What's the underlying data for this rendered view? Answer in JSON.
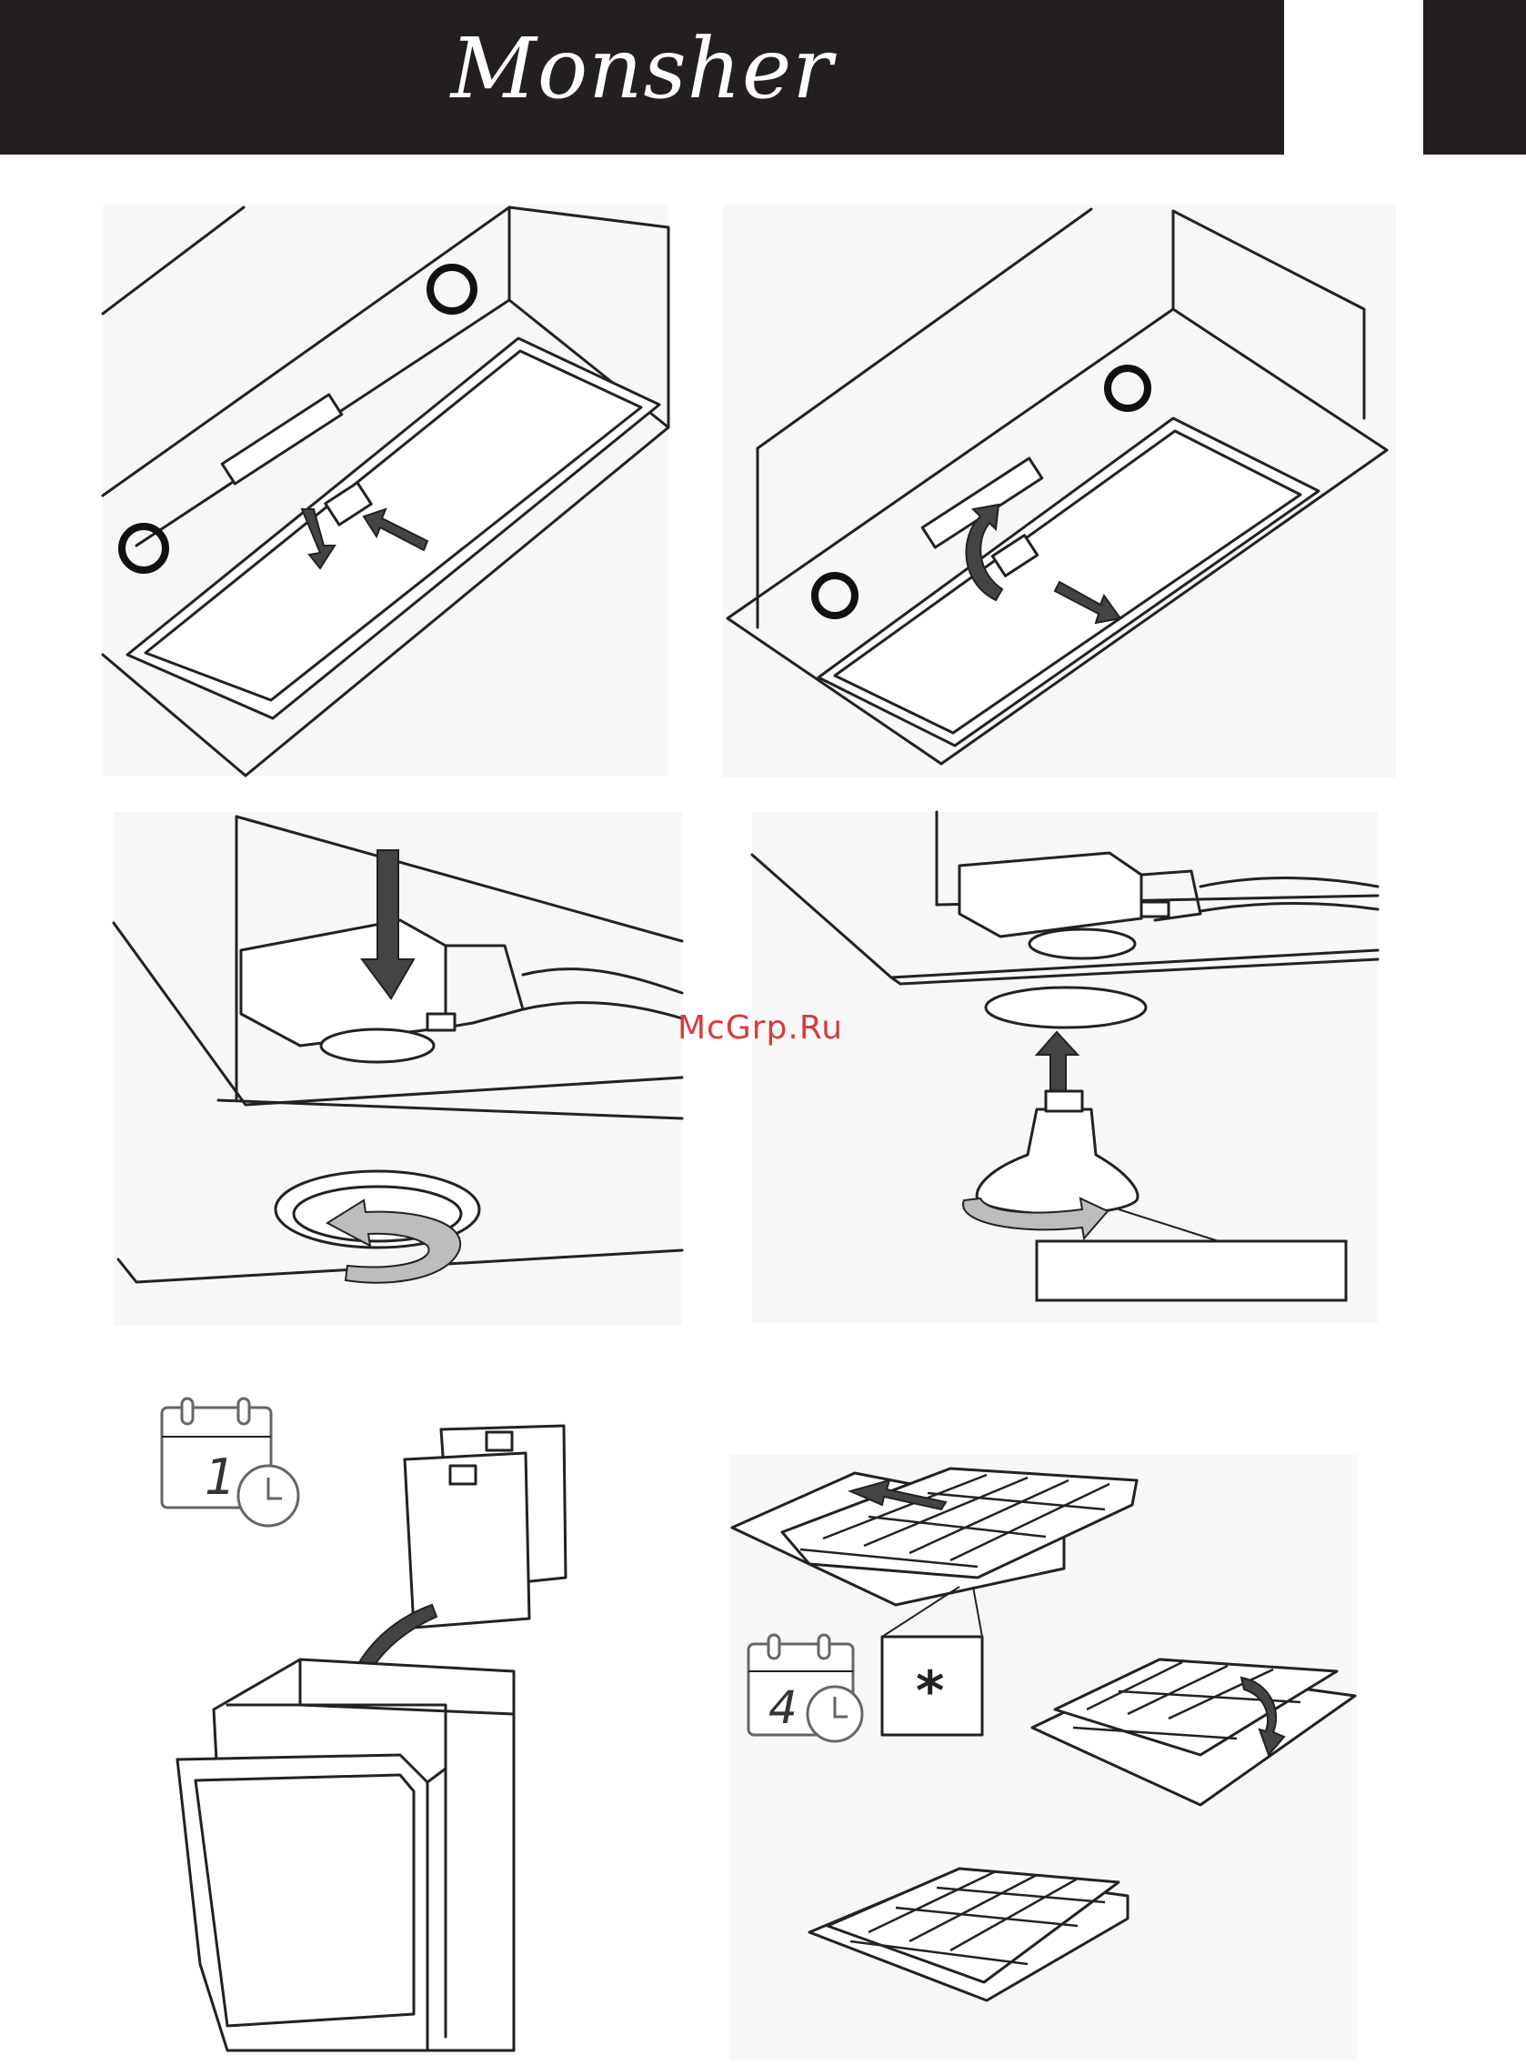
{
  "header": {
    "brand": "Monsher",
    "background_color": "#231f20"
  },
  "watermark": {
    "text": "McGrp.Ru",
    "color": "#d93a3a"
  },
  "figures": {
    "schedule_dishwasher": {
      "calendar_number": "1"
    },
    "schedule_carbon": {
      "calendar_number": "4",
      "note_symbol": "*"
    }
  }
}
